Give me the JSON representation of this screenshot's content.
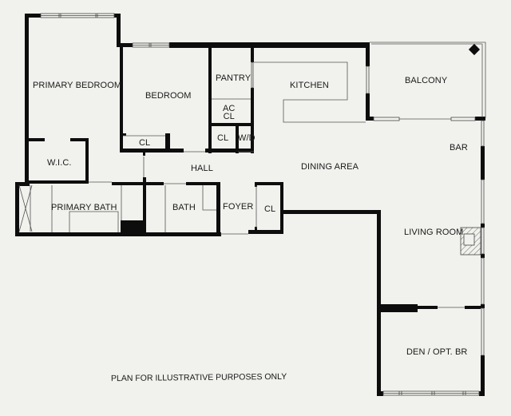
{
  "plan": {
    "rooms": {
      "primary_bedroom": "PRIMARY BEDROOM",
      "bedroom": "BEDROOM",
      "pantry": "PANTRY",
      "ac_closet": "AC\nCL",
      "kitchen": "KITCHEN",
      "balcony": "BALCONY",
      "bedroom_closet": "CL",
      "hall_closet": "CL",
      "washer_dryer": "W/D",
      "wic": "W.I.C.",
      "hall": "HALL",
      "dining_area": "DINING AREA",
      "bar": "BAR",
      "primary_bath": "PRIMARY BATH",
      "bath": "BATH",
      "foyer": "FOYER",
      "foyer_closet": "CL",
      "living_room": "LIVING ROOM",
      "den": "DEN / OPT. BR"
    },
    "disclaimer": "PLAN FOR ILLUSTRATIVE PURPOSES ONLY",
    "colors": {
      "background": "#f1f1ed",
      "wall": "#0d0d0d",
      "thin_line": "#555555",
      "window_fill": "#f4f4f0"
    }
  }
}
